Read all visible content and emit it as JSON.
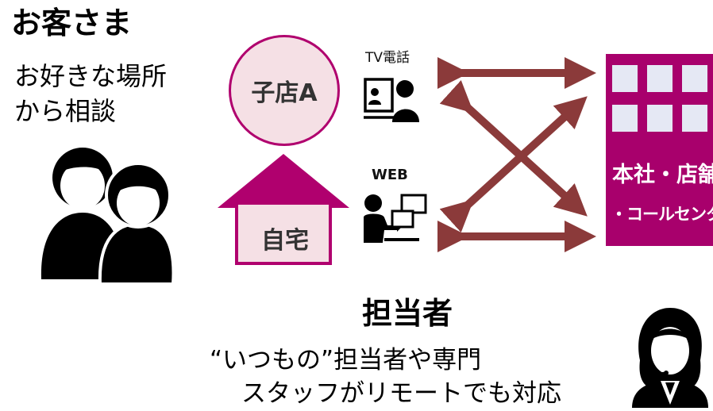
{
  "customer": {
    "title": "お客さま",
    "desc_line1": "お好きな場所",
    "desc_line2": "から相談"
  },
  "locations": {
    "branch": "子店A",
    "home": "自宅"
  },
  "channels": {
    "tv": "TV電話",
    "web": "WEB"
  },
  "hq": {
    "line1": "本社・店舗",
    "line2": "・コールセンター"
  },
  "staff": {
    "title": "担当者",
    "desc_line1": "“いつもの”担当者や専門",
    "desc_line2": "スタッフがリモートでも対応"
  },
  "colors": {
    "accent": "#b0006e",
    "building": "#a8006c",
    "light_pink": "#f5e0e5",
    "arrow": "#8b3a3a"
  },
  "icons": {
    "customers": "two-people-icon",
    "tv_phone": "video-call-icon",
    "web": "web-chat-icon",
    "staff": "headset-operator-icon",
    "home": "house-icon",
    "building": "office-building-icon"
  }
}
